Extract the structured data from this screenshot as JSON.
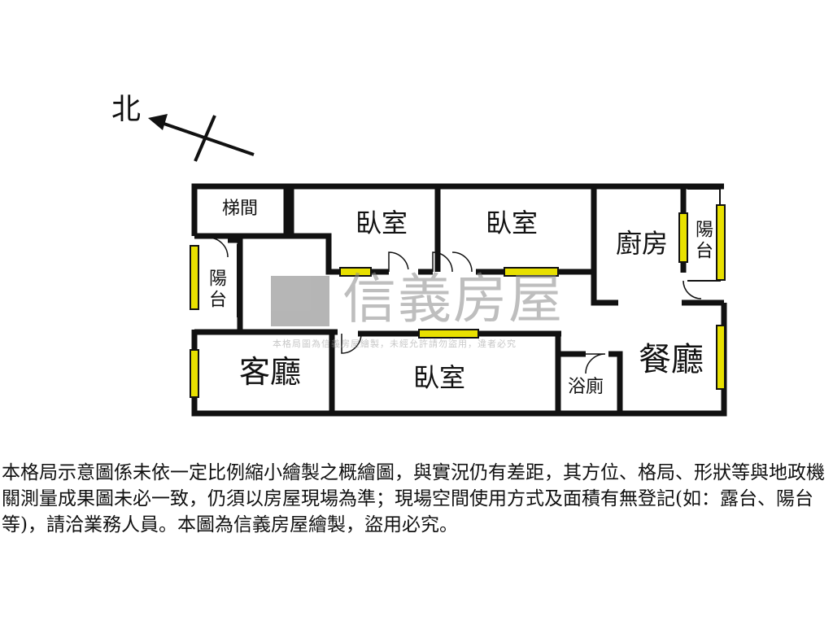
{
  "compass": {
    "label": "北"
  },
  "rooms": {
    "stairwell": "梯間",
    "bedroom_1": "臥室",
    "bedroom_2": "臥室",
    "kitchen": "廚房",
    "balcony_right": "陽台",
    "balcony_left": "陽台",
    "living_room": "客廳",
    "bedroom_3": "臥室",
    "bathroom": "浴廁",
    "dining_room": "餐廳"
  },
  "watermark": {
    "text": "信義房屋",
    "subtext": "本格局圖為信義房屋繪製，未經允許請勿盜用，違者必究"
  },
  "disclaimer": {
    "text": "本格局示意圖係未依一定比例縮小繪製之概繪圖，與實況仍有差距，其方位、格局、形狀等與地政機關測量成果圖未必一致，仍須以房屋現場為準；現場空間使用方式及面積有無登記(如：露台、陽台等)，請洽業務人員。本圖為信義房屋繪製，盜用必究。"
  },
  "colors": {
    "wall": "#111111",
    "window": "#e8e000",
    "watermark": "#8a8a8a"
  }
}
